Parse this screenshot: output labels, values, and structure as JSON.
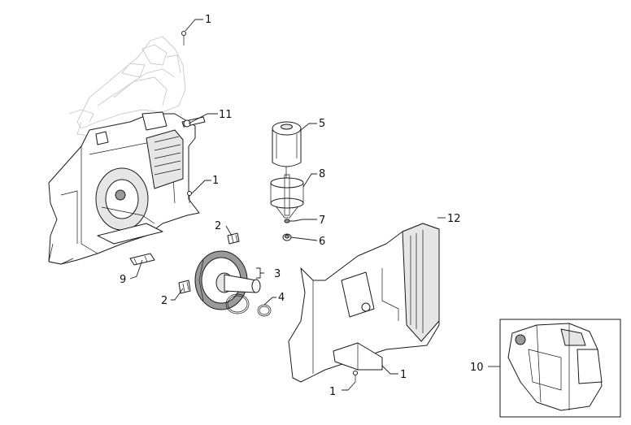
{
  "callouts": [
    {
      "id": "c1a",
      "text": "1"
    },
    {
      "id": "c11",
      "text": "11"
    },
    {
      "id": "c1b",
      "text": "1"
    },
    {
      "id": "c2a",
      "text": "2"
    },
    {
      "id": "c9",
      "text": "9"
    },
    {
      "id": "c2b",
      "text": "2"
    },
    {
      "id": "c3",
      "text": "3"
    },
    {
      "id": "c4",
      "text": "4"
    },
    {
      "id": "c5",
      "text": "5"
    },
    {
      "id": "c8",
      "text": "8"
    },
    {
      "id": "c7",
      "text": "7"
    },
    {
      "id": "c6",
      "text": "6"
    },
    {
      "id": "c12",
      "text": "12"
    },
    {
      "id": "c1c",
      "text": "1"
    },
    {
      "id": "c1d",
      "text": "1"
    },
    {
      "id": "c10",
      "text": "10"
    }
  ]
}
